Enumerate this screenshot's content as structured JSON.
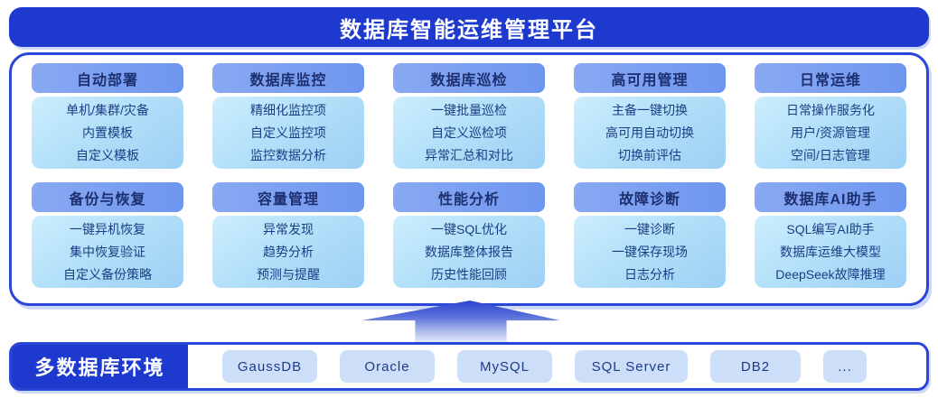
{
  "banner": {
    "title": "数据库智能运维管理平台"
  },
  "platform": {
    "modules": [
      {
        "title": "自动部署",
        "items": [
          "单机/集群/灾备",
          "内置模板",
          "自定义模板"
        ]
      },
      {
        "title": "数据库监控",
        "items": [
          "精细化监控项",
          "自定义监控项",
          "监控数据分析"
        ]
      },
      {
        "title": "数据库巡检",
        "items": [
          "一键批量巡检",
          "自定义巡检项",
          "异常汇总和对比"
        ]
      },
      {
        "title": "高可用管理",
        "items": [
          "主备一键切换",
          "高可用自动切换",
          "切换前评估"
        ]
      },
      {
        "title": "日常运维",
        "items": [
          "日常操作服务化",
          "用户/资源管理",
          "空间/日志管理"
        ]
      },
      {
        "title": "备份与恢复",
        "items": [
          "一键异机恢复",
          "集中恢复验证",
          "自定义备份策略"
        ]
      },
      {
        "title": "容量管理",
        "items": [
          "异常发现",
          "趋势分析",
          "预测与提醒"
        ]
      },
      {
        "title": "性能分析",
        "items": [
          "一键SQL优化",
          "数据库整体报告",
          "历史性能回顾"
        ]
      },
      {
        "title": "故障诊断",
        "items": [
          "一键诊断",
          "一键保存现场",
          "日志分析"
        ]
      },
      {
        "title": "数据库AI助手",
        "items": [
          "SQL编写AI助手",
          "数据库运维大模型",
          "DeepSeek故障推理"
        ]
      }
    ]
  },
  "environment": {
    "label": "多数据库环境",
    "databases": [
      "GaussDB",
      "Oracle",
      "MySQL",
      "SQL Server",
      "DB2",
      "..."
    ]
  },
  "colors": {
    "brand_blue": "#1e3ace",
    "border_blue": "#2946d6",
    "module_header_blue": "#6e96f0",
    "module_body_light_blue": "#b3e0f9",
    "pill_blue": "#cddff8",
    "dark_text": "#1d2f6e"
  }
}
